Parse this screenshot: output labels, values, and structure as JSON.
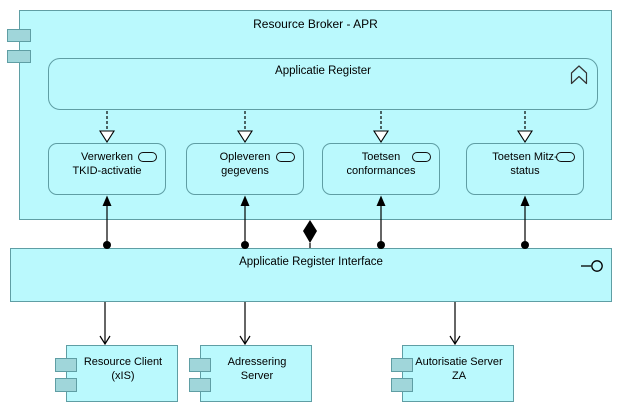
{
  "diagram": {
    "type": "archimate-application-architecture",
    "colors": {
      "element_fill": "#BAF9FD",
      "tab_fill": "#A0D6DA",
      "element_border": "#5F9EA4",
      "connector": "#000000",
      "background": "#FFFFFF"
    },
    "broker": {
      "title": "Resource Broker - APR",
      "icon": "uml-component-icon"
    },
    "register": {
      "label": "Applicatie Register",
      "icon": "application-function-icon"
    },
    "services": [
      {
        "label": "Verwerken TKID-activatie",
        "lines": [
          "Verwerken",
          "TKID-activatie"
        ],
        "icon": "application-service-icon"
      },
      {
        "label": "Opleveren gegevens",
        "lines": [
          "Opleveren",
          "gegevens"
        ],
        "icon": "application-service-icon"
      },
      {
        "label": "Toetsen conformances",
        "lines": [
          "Toetsen",
          "conformances"
        ],
        "icon": "application-service-icon"
      },
      {
        "label": "Toetsen Mitz-status",
        "lines": [
          "Toetsen Mitz-",
          "status"
        ],
        "icon": "application-service-icon"
      }
    ],
    "interface_bar": {
      "label": "Applicatie Register Interface",
      "icon": "provided-interface-lollipop-icon"
    },
    "components": [
      {
        "label": "Resource Client (xIS)",
        "lines": [
          "Resource Client",
          "(xIS)"
        ],
        "icon": "uml-component-icon"
      },
      {
        "label": "Adressering Server",
        "lines": [
          "Adressering",
          "Server"
        ],
        "icon": "uml-component-icon"
      },
      {
        "label": "Autorisatie Server ZA",
        "lines": [
          "Autorisatie Server",
          "ZA"
        ],
        "icon": "uml-component-icon"
      }
    ],
    "relationships": [
      {
        "type": "realization-dashed-hollow-triangle",
        "from": "Applicatie Register",
        "to": "Verwerken TKID-activatie"
      },
      {
        "type": "realization-dashed-hollow-triangle",
        "from": "Applicatie Register",
        "to": "Opleveren gegevens"
      },
      {
        "type": "realization-dashed-hollow-triangle",
        "from": "Applicatie Register",
        "to": "Toetsen conformances"
      },
      {
        "type": "realization-dashed-hollow-triangle",
        "from": "Applicatie Register",
        "to": "Toetsen Mitz-status"
      },
      {
        "type": "composition-filled-diamond",
        "from": "Resource Broker - APR",
        "to": "Applicatie Register Interface"
      },
      {
        "type": "assignment-ball-arrow",
        "from": "Applicatie Register Interface",
        "to": "Verwerken TKID-activatie"
      },
      {
        "type": "assignment-ball-arrow",
        "from": "Applicatie Register Interface",
        "to": "Opleveren gegevens"
      },
      {
        "type": "assignment-ball-arrow",
        "from": "Applicatie Register Interface",
        "to": "Toetsen conformances"
      },
      {
        "type": "assignment-ball-arrow",
        "from": "Applicatie Register Interface",
        "to": "Toetsen Mitz-status"
      },
      {
        "type": "serving-open-arrow",
        "from": "Applicatie Register Interface",
        "to": "Resource Client (xIS)"
      },
      {
        "type": "serving-open-arrow",
        "from": "Applicatie Register Interface",
        "to": "Adressering Server"
      },
      {
        "type": "serving-open-arrow",
        "from": "Applicatie Register Interface",
        "to": "Autorisatie Server ZA"
      }
    ]
  }
}
